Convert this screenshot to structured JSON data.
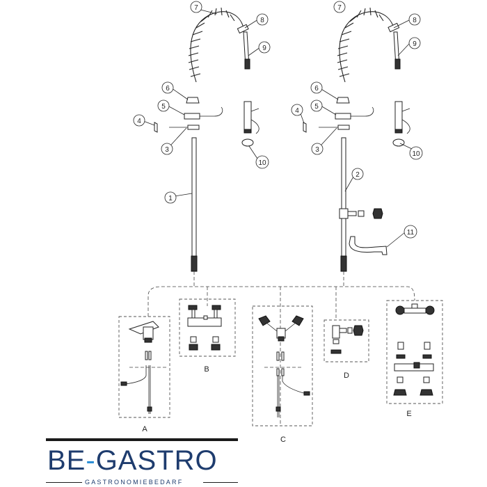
{
  "diagram": {
    "callouts": {
      "n1": "1",
      "n2": "2",
      "n3": "3",
      "n4": "4",
      "n5": "5",
      "n6": "6",
      "n7": "7",
      "n8": "8",
      "n9": "9",
      "n10": "10",
      "n11": "11"
    },
    "groups": {
      "a": "A",
      "b": "B",
      "c": "C",
      "d": "D",
      "e": "E"
    }
  },
  "brand": {
    "name_main": "BE",
    "name_sep": "-",
    "name_rest": "GASTRO",
    "tagline": "GASTRONOMIEBEDARF",
    "colors": {
      "primary": "#1e3c6e",
      "accent": "#2c8fd6"
    }
  }
}
